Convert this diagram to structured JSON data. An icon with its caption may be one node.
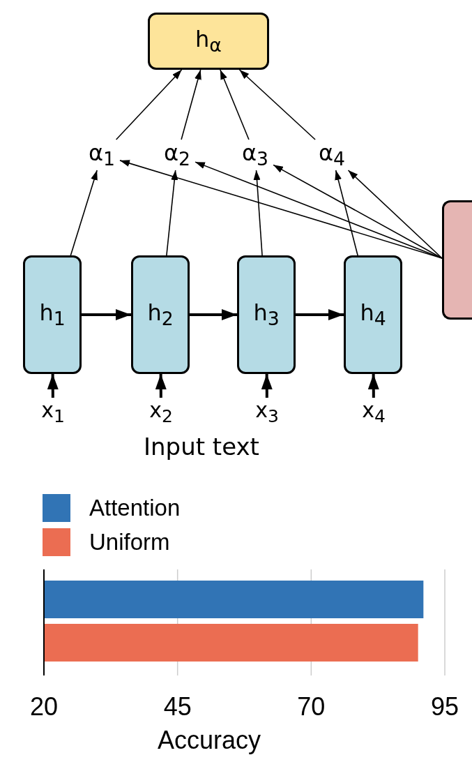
{
  "diagram": {
    "nodes": [
      {
        "text": [
          "h$_{α}$"
        ]
      },
      {
        "text": [
          "α$_{1}$"
        ]
      },
      {
        "text": [
          "α$_{2}$"
        ]
      },
      {
        "text": [
          "α$_{3}$"
        ]
      },
      {
        "text": [
          "α$_{4}$"
        ]
      },
      {
        "text": [
          "h$_{1}$"
        ]
      },
      {
        "text": [
          "h$_{2}$"
        ]
      },
      {
        "text": [
          "h$_{3}$"
        ]
      },
      {
        "text": [
          "h$_{4}$"
        ]
      },
      {
        "text": [
          "x$_{1}$"
        ]
      },
      {
        "text": [
          "x$_{2}$"
        ]
      },
      {
        "text": [
          "x$_{3}$"
        ]
      },
      {
        "text": [
          "x$_{4}$"
        ]
      },
      {
        "text": [],
        "shape": "box"
      }
    ],
    "edges": [
      {
        "from": 1,
        "to": 0,
        "arrow": "to"
      },
      {
        "from": 2,
        "to": 0,
        "arrow": "to"
      },
      {
        "from": 3,
        "to": 0,
        "arrow": "to"
      },
      {
        "from": 4,
        "to": 0,
        "arrow": "to"
      },
      {
        "from": 5,
        "to": 1,
        "arrow": "to"
      },
      {
        "from": 13,
        "to": 1,
        "arrow": "to"
      },
      {
        "from": 6,
        "to": 2,
        "arrow": "to"
      },
      {
        "from": 13,
        "to": 2,
        "arrow": "to"
      },
      {
        "from": 7,
        "to": 3,
        "arrow": "to"
      },
      {
        "from": 13,
        "to": 3,
        "arrow": "to"
      },
      {
        "from": 8,
        "to": 4,
        "arrow": "to"
      },
      {
        "from": 13,
        "to": 4,
        "arrow": "to"
      },
      {
        "from": 5,
        "to": 6,
        "arrow": "to",
        "style": "thick"
      },
      {
        "from": 6,
        "to": 7,
        "arrow": "to",
        "style": "thick"
      },
      {
        "from": 7,
        "to": 8,
        "arrow": "to",
        "style": "thick"
      },
      {
        "from": 9,
        "to": 5,
        "arrow": "to",
        "style": "thick"
      },
      {
        "from": 10,
        "to": 6,
        "arrow": "to",
        "style": "thick"
      },
      {
        "from": 11,
        "to": 7,
        "arrow": "to",
        "style": "thick"
      },
      {
        "from": 12,
        "to": 8,
        "arrow": "to",
        "style": "thick"
      }
    ],
    "labels": [
      "Input text"
    ],
    "chart_data": {
      "type": "bar",
      "orientation": "horizontal",
      "legend": true,
      "xlabel": "Accuracy",
      "xlim": [
        20,
        95
      ],
      "xticks": [
        20,
        45,
        70,
        95
      ],
      "series": [
        {
          "name": "Attention",
          "color": "#3174b5",
          "values": [
            91
          ]
        },
        {
          "name": "Uniform",
          "color": "#eb6d52",
          "values": [
            90
          ]
        }
      ]
    }
  }
}
